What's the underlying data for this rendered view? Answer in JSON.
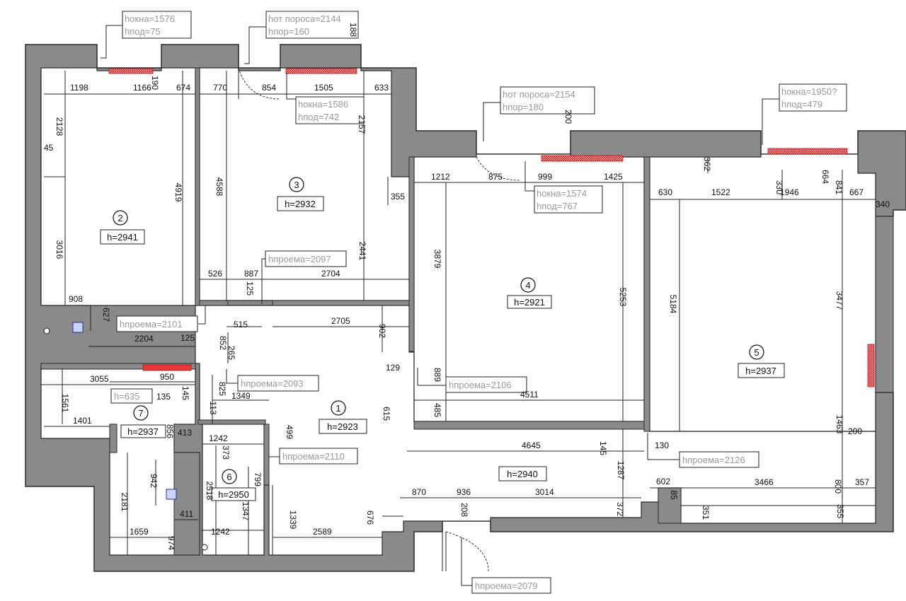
{
  "rooms": [
    {
      "num": "1",
      "height": "h=2923"
    },
    {
      "num": "2",
      "height": "h=2941"
    },
    {
      "num": "3",
      "height": "h=2932"
    },
    {
      "num": "4",
      "height": "h=2921"
    },
    {
      "num": "5",
      "height": "h=2937"
    },
    {
      "num": "6",
      "height": "h=2950"
    },
    {
      "num": "7",
      "height": "h=2937"
    }
  ],
  "corridor_height": "h=2940",
  "annotations": {
    "win_2": {
      "l1": "hокна=1576",
      "l2": "hпод=75"
    },
    "door_3": {
      "l1": "hот пороса=2144",
      "l2": "hпор=160"
    },
    "win_3": {
      "l1": "hокна=1586",
      "l2": "hпод=742"
    },
    "door_4": {
      "l1": "hот пороса=2154",
      "l2": "hпор=180"
    },
    "win_4": {
      "l1": "hокна=1574",
      "l2": "hпод=767"
    },
    "win_5": {
      "l1": "hокна=1950?",
      "l2": "hпод=479"
    },
    "open_3": "hпроема=2097",
    "open_2": "hпроема=2101",
    "open_7": "hпроема=2093",
    "open_4": "hпроема=2106",
    "open_6": "hпроема=2110",
    "open_5": "hпроема=2126",
    "open_entry": "hпроема=2079",
    "h_small": "h=635"
  },
  "dims": [
    "1198",
    "1166",
    "674",
    "770",
    "854",
    "1505",
    "633",
    "190",
    "188",
    "2128",
    "45",
    "4919",
    "3016",
    "908",
    "627",
    "2204",
    "125",
    "4588",
    "2157",
    "526",
    "887",
    "2704",
    "125",
    "515",
    "2441",
    "355",
    "2705",
    "852",
    "265",
    "902",
    "129",
    "3055",
    "950",
    "135",
    "145",
    "825",
    "1349",
    "1561",
    "113",
    "1401",
    "413",
    "856",
    "1242",
    "373",
    "499",
    "2181",
    "942",
    "2518",
    "799",
    "1347",
    "411",
    "1659",
    "974",
    "1242",
    "1339",
    "2589",
    "676",
    "870",
    "936",
    "3014",
    "208",
    "1212",
    "875",
    "999",
    "1425",
    "200",
    "3879",
    "889",
    "485",
    "615",
    "4511",
    "4645",
    "5253",
    "145",
    "1287",
    "372",
    "130",
    "5184",
    "362",
    "630",
    "1522",
    "330",
    "1946",
    "664",
    "841",
    "667",
    "340",
    "3477",
    "1463",
    "200",
    "602",
    "85",
    "3466",
    "800",
    "357",
    "351",
    "355"
  ]
}
